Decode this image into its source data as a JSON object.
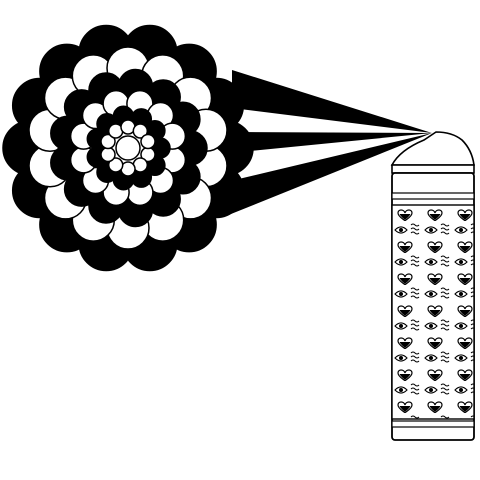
{
  "illustration": {
    "subject": "spray-can-cloud",
    "palette": {
      "ink": "#000000",
      "paper": "#ffffff"
    },
    "can": {
      "pattern_icons": [
        "heart-icon",
        "eye-icon",
        "wave-icon"
      ]
    },
    "cloud": {
      "style": "scalloped-concentric-rosette",
      "ring_count": 5
    },
    "spray_beams": 3
  }
}
